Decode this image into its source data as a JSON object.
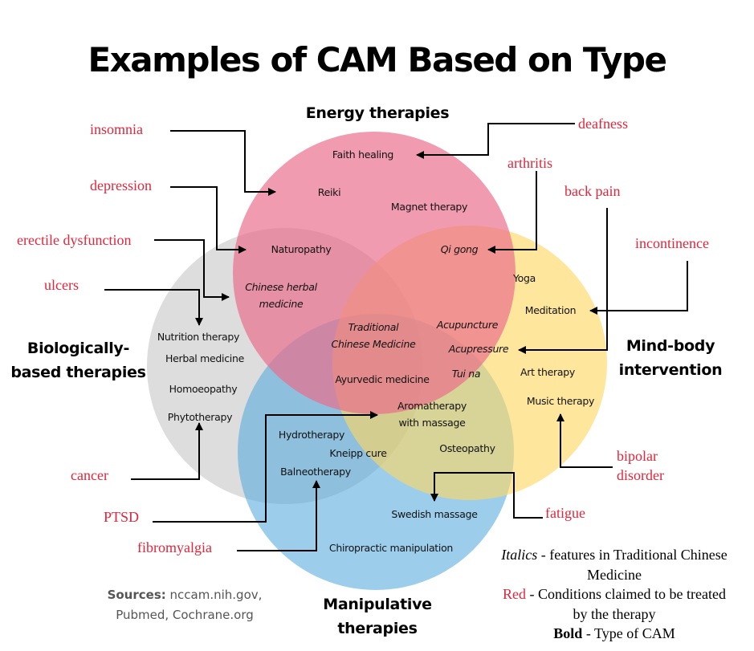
{
  "title": "Examples of CAM Based on Type",
  "colors": {
    "energy": "#ea6b8a",
    "mind_body": "#fdd761",
    "biological": "#c8c8c8",
    "manipulative": "#5aaedf",
    "condition_text": "#e0263b",
    "connector": "#000000"
  },
  "categories": {
    "energy": "Energy therapies",
    "mind_body_line1": "Mind-body",
    "mind_body_line2": "intervention",
    "biological_line1": "Biologically-",
    "biological_line2": "based therapies",
    "manipulative_line1": "Manipulative",
    "manipulative_line2": "therapies"
  },
  "therapies": {
    "faith_healing": "Faith healing",
    "reiki": "Reiki",
    "magnet_therapy": "Magnet therapy",
    "naturopathy": "Naturopathy",
    "qi_gong": "Qi gong",
    "chinese_herbal_1": "Chinese herbal",
    "chinese_herbal_2": "medicine",
    "yoga": "Yoga",
    "meditation": "Meditation",
    "nutrition_therapy": "Nutrition therapy",
    "herbal_medicine": "Herbal medicine",
    "homoeopathy": "Homoeopathy",
    "phytotherapy": "Phytotherapy",
    "tcm_1": "Traditional",
    "tcm_2": "Chinese Medicine",
    "acupuncture": "Acupuncture",
    "acupressure": "Acupressure",
    "ayurvedic": "Ayurvedic medicine",
    "tui_na": "Tui na",
    "art_therapy": "Art therapy",
    "music_therapy": "Music therapy",
    "aromatherapy_1": "Aromatherapy",
    "aromatherapy_2": "with massage",
    "hydrotherapy": "Hydrotherapy",
    "kneipp_cure": "Kneipp cure",
    "balneotherapy": "Balneotherapy",
    "osteopathy": "Osteopathy",
    "swedish_massage": "Swedish massage",
    "chiropractic": "Chiropractic manipulation"
  },
  "conditions": {
    "insomnia": "insomnia",
    "depression": "depression",
    "erectile_dysfunction": "erectile dysfunction",
    "ulcers": "ulcers",
    "deafness": "deafness",
    "arthritis": "arthritis",
    "back_pain": "back pain",
    "incontinence": "incontinence",
    "cancer": "cancer",
    "ptsd": "PTSD",
    "fibromyalgia": "fibromyalgia",
    "bipolar_1": "bipolar",
    "bipolar_2": "disorder",
    "fatigue": "fatigue"
  },
  "legend": {
    "italics_key": "Italics",
    "italics_desc": " - features in Traditional Chinese Medicine",
    "red_key": "Red",
    "red_desc": " - Conditions claimed to be treated by the therapy",
    "bold_key": "Bold",
    "bold_desc": " - Type of CAM"
  },
  "sources": {
    "label": "Sources:",
    "text_line1": " nccam.nih.gov,",
    "text_line2": "Pubmed, Cochrane.org"
  }
}
